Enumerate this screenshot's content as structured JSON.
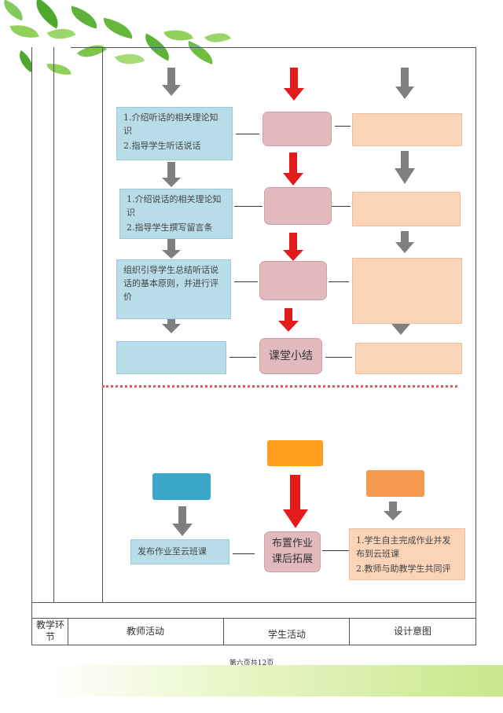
{
  "flow": {
    "row1": {
      "teacher_line1": "1.介绍听话的相关理论知识",
      "teacher_line2": "2.指导学生听话说话"
    },
    "row2": {
      "teacher_line1": "1.介绍说话的相关理论知识",
      "teacher_line2": "2.指导学生撰写留言条"
    },
    "row3": {
      "teacher_text": "组织引导学生总结听话说话的基本原则，并进行评价"
    },
    "row4": {
      "center_label": "课堂小结"
    }
  },
  "homework": {
    "teacher_text": "发布作业至云班课",
    "center_label": "布置作业课后拓展",
    "intent_line1": "1.学生自主完成作业并发布到云班课",
    "intent_line2": "2.教师与助教学生共同评"
  },
  "table_header": {
    "col1": "教学环节",
    "col2": "教师活动",
    "col3": "学生活动",
    "col4": "设计意图"
  },
  "footer": {
    "page": "第六页共12页"
  },
  "colors": {
    "red_arrow": "#e21b1b",
    "gray_arrow": "#7f7f7f",
    "blue_box": "#b8dde8",
    "pink_box": "#e2b9bf",
    "peach_box": "#fbd4b8",
    "teal": "#3aa7c9",
    "orange": "#ff9e1a",
    "light_orange": "#f59a4e"
  }
}
